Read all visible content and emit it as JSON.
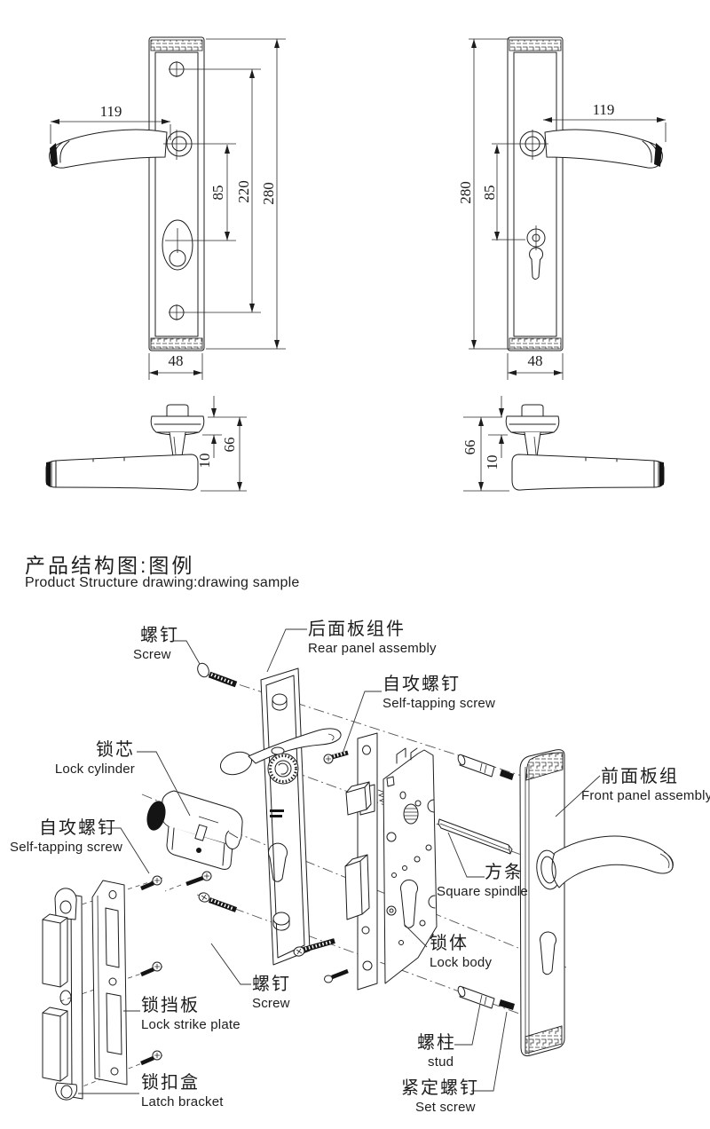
{
  "title": {
    "cn": "产品结构图:图例",
    "en": "Product Structure drawing:drawing sample"
  },
  "dims": {
    "handle_length": "119",
    "hole_spacing": "85",
    "screw_spacing": "220",
    "plate_height": "280",
    "plate_width": "48",
    "side_height": "66",
    "rose_thickness": "10"
  },
  "parts": [
    {
      "id": "screw-top",
      "cn": "螺钉",
      "en": "Screw"
    },
    {
      "id": "rear-panel",
      "cn": "后面板组件",
      "en": "Rear panel assembly"
    },
    {
      "id": "selftap-top",
      "cn": "自攻螺钉",
      "en": "Self-tapping screw"
    },
    {
      "id": "lock-cylinder",
      "cn": "锁芯",
      "en": "Lock cylinder"
    },
    {
      "id": "selftap-left",
      "cn": "自攻螺钉",
      "en": "Self-tapping screw"
    },
    {
      "id": "front-panel",
      "cn": "前面板组",
      "en": "Front panel assembly"
    },
    {
      "id": "square-spindle",
      "cn": "方条",
      "en": "Square spindle"
    },
    {
      "id": "lock-body",
      "cn": "锁体",
      "en": "Lock body"
    },
    {
      "id": "screw-bottom",
      "cn": "螺钉",
      "en": "Screw"
    },
    {
      "id": "strike-plate",
      "cn": "锁挡板",
      "en": "Lock strike plate"
    },
    {
      "id": "stud",
      "cn": "螺柱",
      "en": "stud"
    },
    {
      "id": "latch-bracket",
      "cn": "锁扣盒",
      "en": "Latch bracket"
    },
    {
      "id": "set-screw",
      "cn": "紧定螺钉",
      "en": "Set screw"
    }
  ],
  "colors": {
    "line": "#1d1d1d",
    "dark_fill": "#141414"
  }
}
